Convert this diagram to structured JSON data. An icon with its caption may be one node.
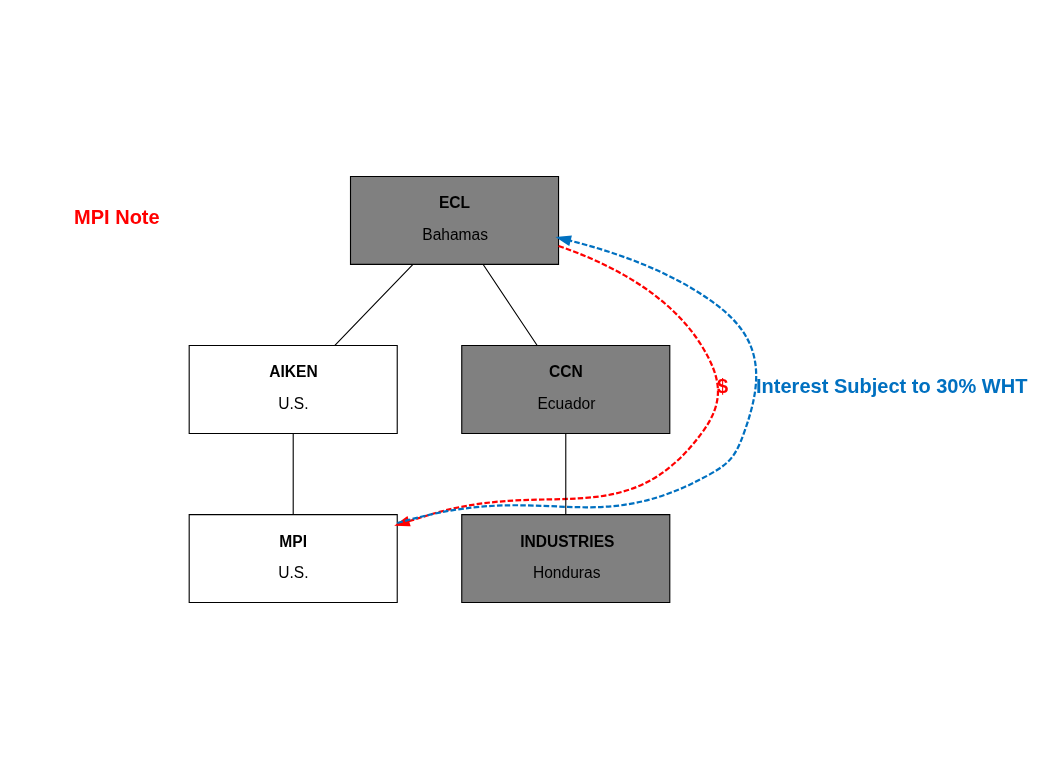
{
  "diagram": {
    "nodes": [
      {
        "text": [
          "ECL",
          "Bahamas"
        ]
      },
      {
        "text": [
          "AIKEN",
          "U.S."
        ]
      },
      {
        "text": [
          "CCN",
          "Ecuador"
        ]
      },
      {
        "text": [
          "MPI",
          "U.S."
        ]
      },
      {
        "text": [
          "INDUSTRIES",
          "Honduras"
        ]
      }
    ],
    "edges": [
      {
        "from": 0,
        "to": 1,
        "arrow": "none"
      },
      {
        "from": 0,
        "to": 2,
        "arrow": "none"
      },
      {
        "from": 1,
        "to": 3,
        "arrow": "none"
      },
      {
        "from": 2,
        "to": 4,
        "arrow": "none"
      },
      {
        "from": 0,
        "to": 3,
        "arrow": "to",
        "label": "$",
        "style": "dashed",
        "color": "#ff0000"
      },
      {
        "from": 3,
        "to": 0,
        "arrow": "to",
        "label": "Interest Subject to 30% WHT",
        "style": "dashed",
        "color": "#0070c0"
      }
    ],
    "labels": [
      "MPI Note"
    ]
  }
}
